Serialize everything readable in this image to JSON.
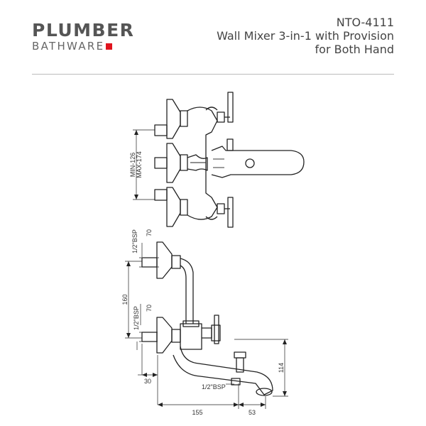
{
  "brand": {
    "name": "PLUMBER",
    "sub": "BATHWARE",
    "accent_color": "#e0141e"
  },
  "product": {
    "code": "NTO-4111",
    "title_line1": "Wall Mixer 3-in-1 with Provision",
    "title_line2": "for Both Hand"
  },
  "dimensions": {
    "top_vertical": "MIN-126",
    "top_vertical2": "MAX-174",
    "bsp_upper": "1/2\"BSP",
    "seventy_upper": "70",
    "one_sixty": "160",
    "bsp_lower": "1/2\"BSP",
    "seventy_lower": "70",
    "one_fourteen": "114",
    "thirty": "30",
    "bsp_spout": "1/2\"BSP",
    "one_fifty_five": "155",
    "fifty_three": "53"
  }
}
